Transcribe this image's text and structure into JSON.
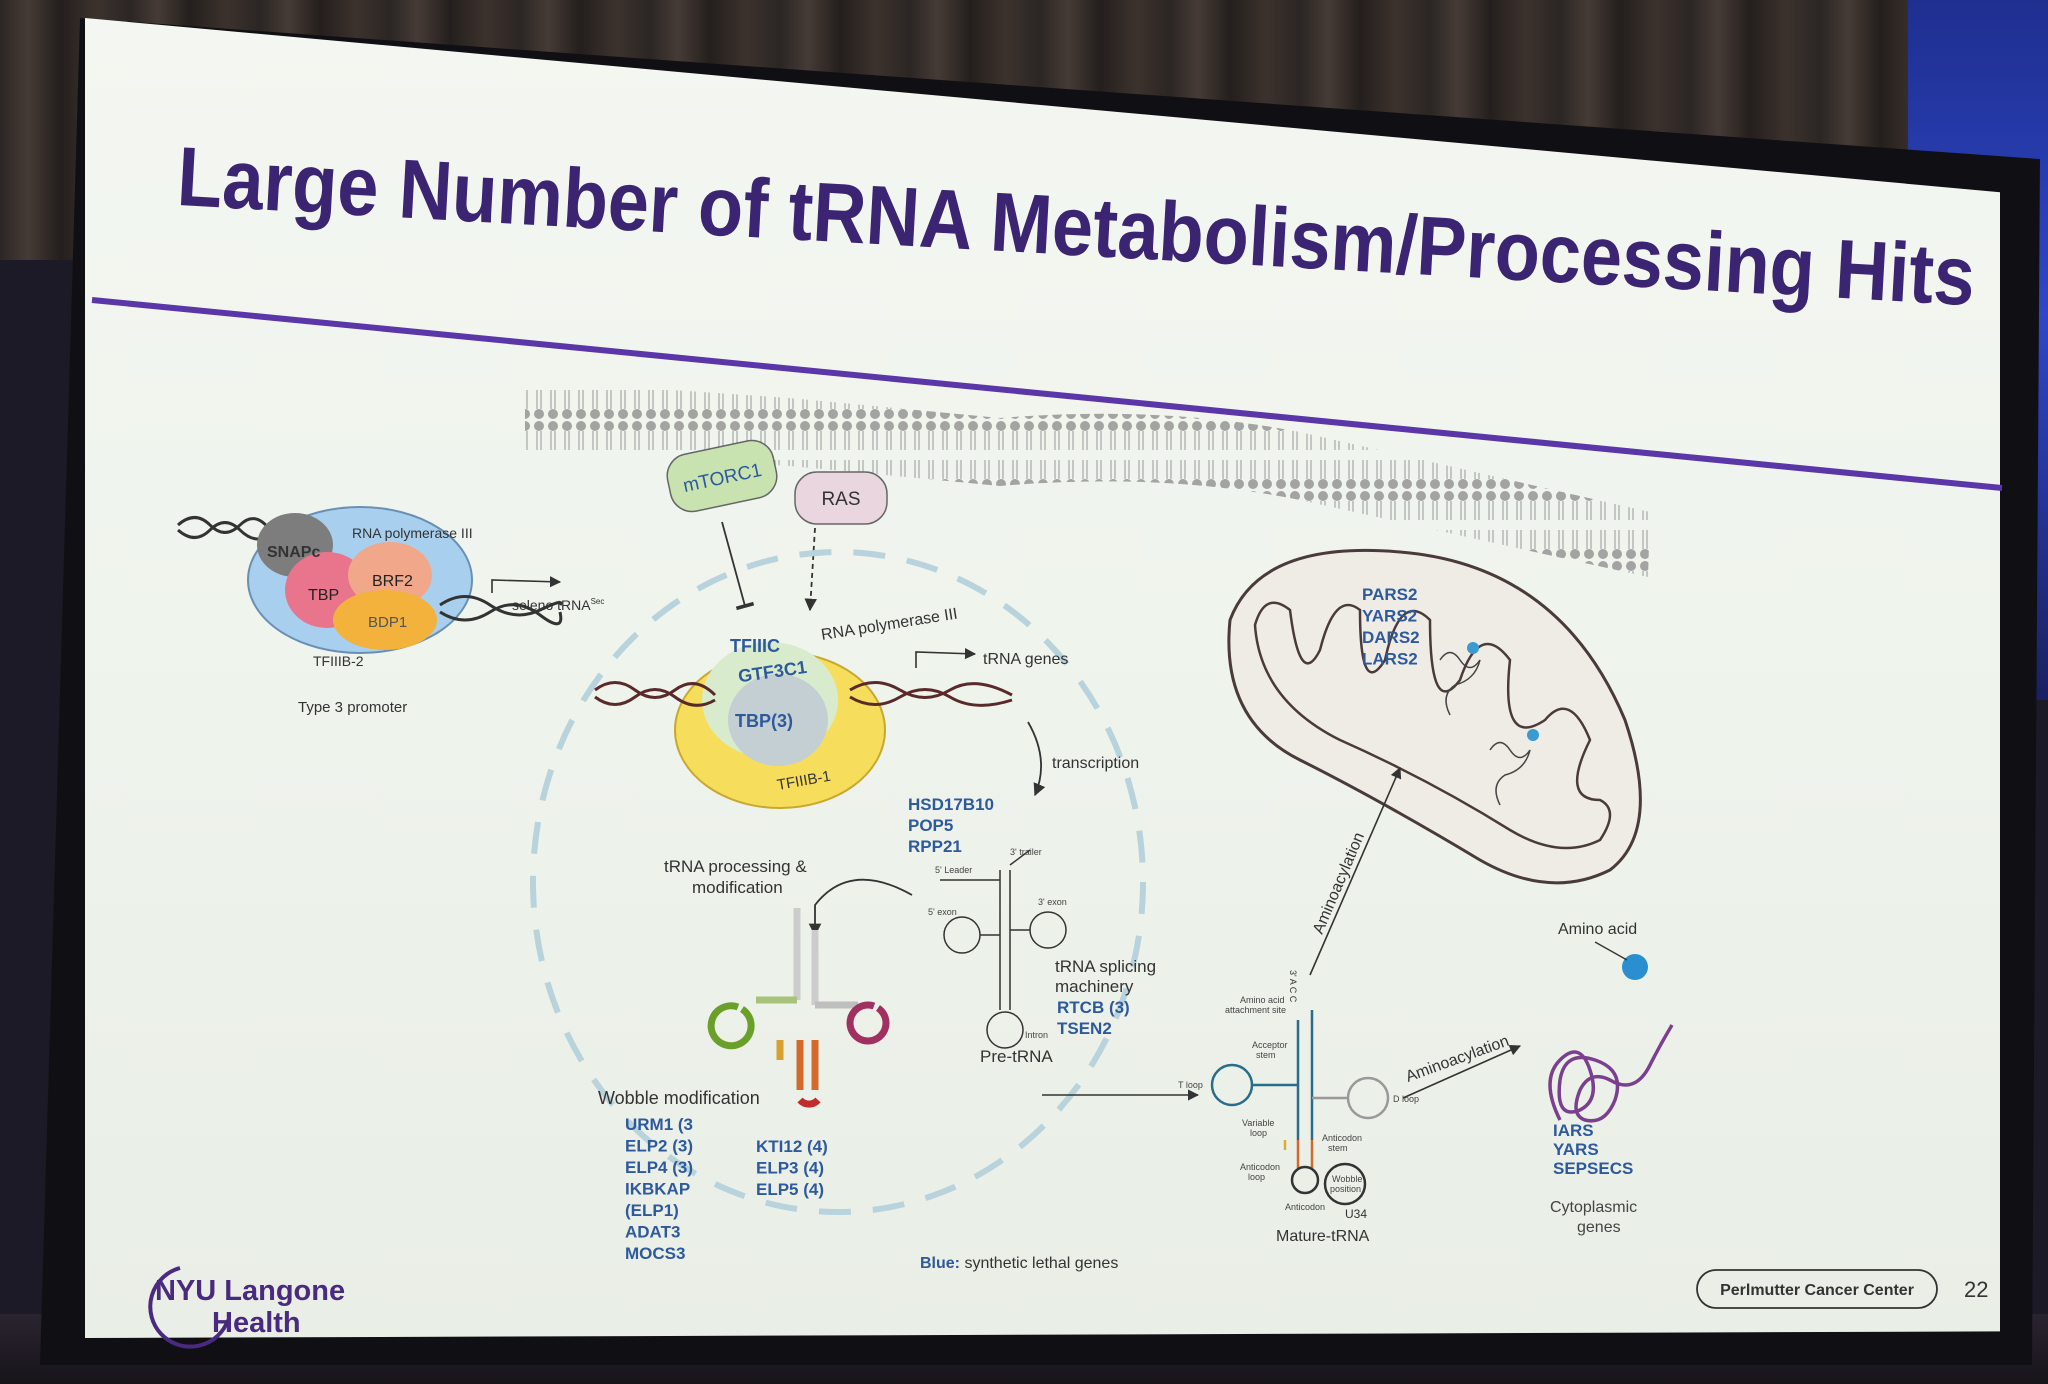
{
  "slide": {
    "title": "Large Number of tRNA Metabolism/Processing Hits",
    "page_number": "22",
    "legend_label": "Blue:",
    "legend_text": " synthetic lethal genes",
    "center_badge": "Perlmutter Cancer Center",
    "logo_line1": "NYU Langone",
    "logo_line2": "Health"
  },
  "promoter": {
    "snapc": "SNAPc",
    "pol3": "RNA polymerase III",
    "tbp": "TBP",
    "brf2": "BRF2",
    "bdp1": "BDP1",
    "tfiiib2": "TFIIIB-2",
    "seleno": "seleno tRNA",
    "seleno_sup": "Sec",
    "caption": "Type 3 promoter"
  },
  "signals": {
    "mtorc1": "mTORC1",
    "ras": "RAS"
  },
  "nucleus": {
    "tfiiic": "TFIIIC",
    "gtf3c1": "GTF3C1",
    "tbp3": "TBP(3)",
    "pol3": "RNA polymerase III",
    "tfiiib1": "TFIIIB-1",
    "trna_genes": "tRNA genes",
    "transcription": "transcription",
    "rnasep": [
      "HSD17B10",
      "POP5",
      "RPP21"
    ],
    "processing_line1": "tRNA processing &",
    "processing_line2": "modification",
    "leader": "5' Leader",
    "trailer": "3' trailer",
    "exon5": "5' exon",
    "exon3": "3' exon",
    "intron": "Intron",
    "splicing_line1": "tRNA splicing",
    "splicing_line2": "machinery",
    "splicing_genes": [
      "RTCB (3)",
      "TSEN2"
    ],
    "pre_trna": "Pre-tRNA",
    "wobble_title": "Wobble modification",
    "wobble_left": [
      "URM1 (3",
      "ELP2 (3)",
      "ELP4 (3)",
      "IKBKAP",
      "(ELP1)",
      "ADAT3",
      "MOCS3"
    ],
    "wobble_right": [
      "KTI12 (4)",
      "ELP3 (4)",
      "ELP5 (4)"
    ]
  },
  "mito": {
    "genes": [
      "PARS2",
      "YARS2",
      "DARS2",
      "LARS2"
    ],
    "aminoacylation": "Aminoacylation"
  },
  "mature": {
    "amino_site_line1": "Amino acid",
    "amino_site_line2": "attachment site",
    "acceptor_line1": "Acceptor",
    "acceptor_line2": "stem",
    "t_loop": "T loop",
    "d_loop": "D loop",
    "variable_line1": "Variable",
    "variable_line2": "loop",
    "anticodon_stem_line1": "Anticodon",
    "anticodon_stem_line2": "stem",
    "anticodon_loop_line1": "Anticodon",
    "anticodon_loop_line2": "loop",
    "anticodon": "Anticodon",
    "wobble_line1": "Wobble",
    "wobble_line2": "position",
    "u34": "U34",
    "cca": "3' A C C",
    "caption": "Mature-tRNA"
  },
  "cyto": {
    "aminoacylation": "Aminoacylation",
    "amino_acid": "Amino acid",
    "genes": [
      "IARS",
      "YARS",
      "SEPSECS"
    ],
    "caption_line1": "Cytoplasmic",
    "caption_line2": "genes"
  },
  "colors": {
    "title": "#3b2472",
    "rule": "#5a36a8",
    "gene_blue": "#2e5a9c",
    "mtorc1_fill": "#c9e3b0",
    "ras_fill": "#ead6de",
    "membrane": "#8a8a8a"
  }
}
